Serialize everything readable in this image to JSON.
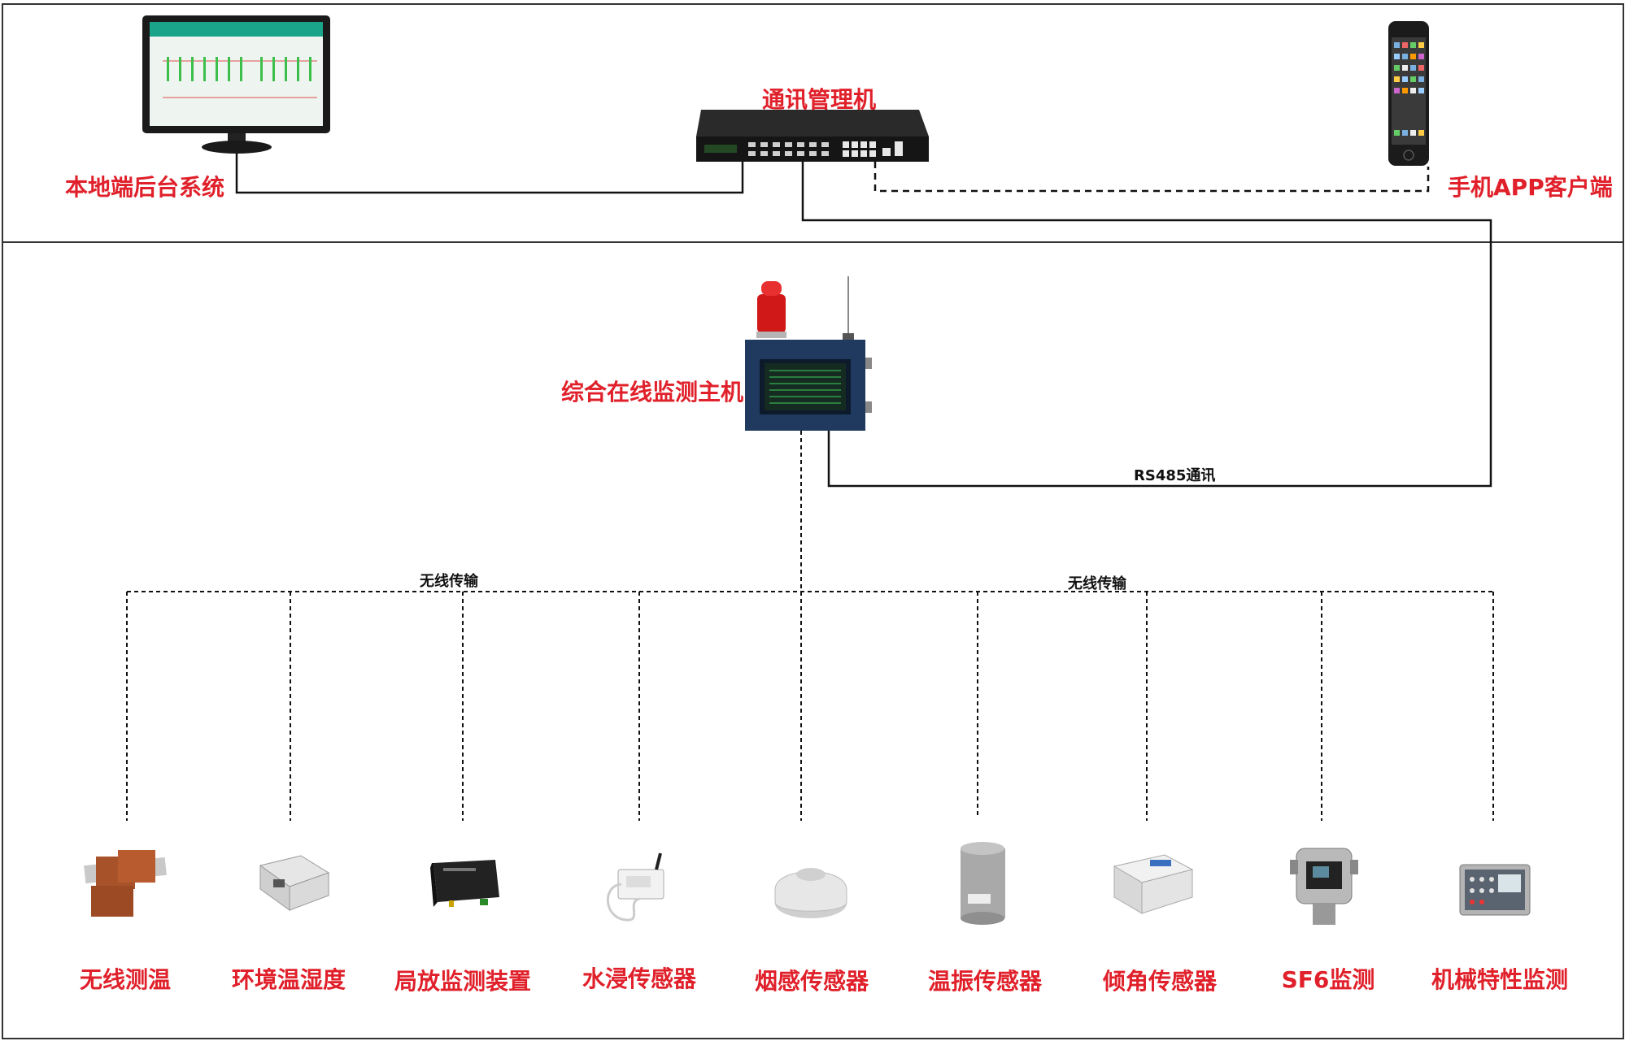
{
  "labels": {
    "local_backend": "本地端后台系统",
    "comm_manager": "通讯管理机",
    "mobile_app": "手机APP客户端",
    "monitor_host": "综合在线监测主机",
    "rs485": "RS485通讯",
    "wireless_left": "无线传输",
    "wireless_right": "无线传输"
  },
  "sensors": [
    {
      "label": "无线测温",
      "icon": "wireless-temperature-sensor-icon"
    },
    {
      "label": "环境温湿度",
      "icon": "temperature-humidity-sensor-icon"
    },
    {
      "label": "局放监测装置",
      "icon": "partial-discharge-monitor-icon"
    },
    {
      "label": "水浸传感器",
      "icon": "water-leak-sensor-icon"
    },
    {
      "label": "烟感传感器",
      "icon": "smoke-detector-icon"
    },
    {
      "label": "温振传感器",
      "icon": "vibration-sensor-icon"
    },
    {
      "label": "倾角传感器",
      "icon": "tilt-sensor-icon"
    },
    {
      "label": "SF6监测",
      "icon": "sf6-gas-detector-icon"
    },
    {
      "label": "机械特性监测",
      "icon": "mechanical-characteristic-monitor-icon"
    }
  ],
  "colors": {
    "label_red": "#e0202a",
    "line": "#111111"
  }
}
